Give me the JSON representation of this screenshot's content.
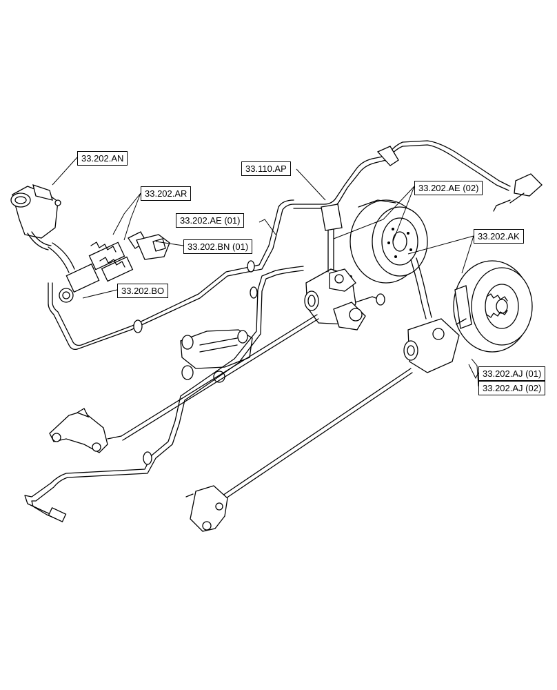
{
  "callouts": {
    "an": "33.202.AN",
    "ar": "33.202.AR",
    "ap": "33.110.AP",
    "ae01": "33.202.AE (01)",
    "bn01": "33.202.BN (01)",
    "bo": "33.202.BO",
    "ae02": "33.202.AE (02)",
    "ak": "33.202.AK",
    "aj01": "33.202.AJ (01)",
    "aj02": "33.202.AJ (02)"
  }
}
